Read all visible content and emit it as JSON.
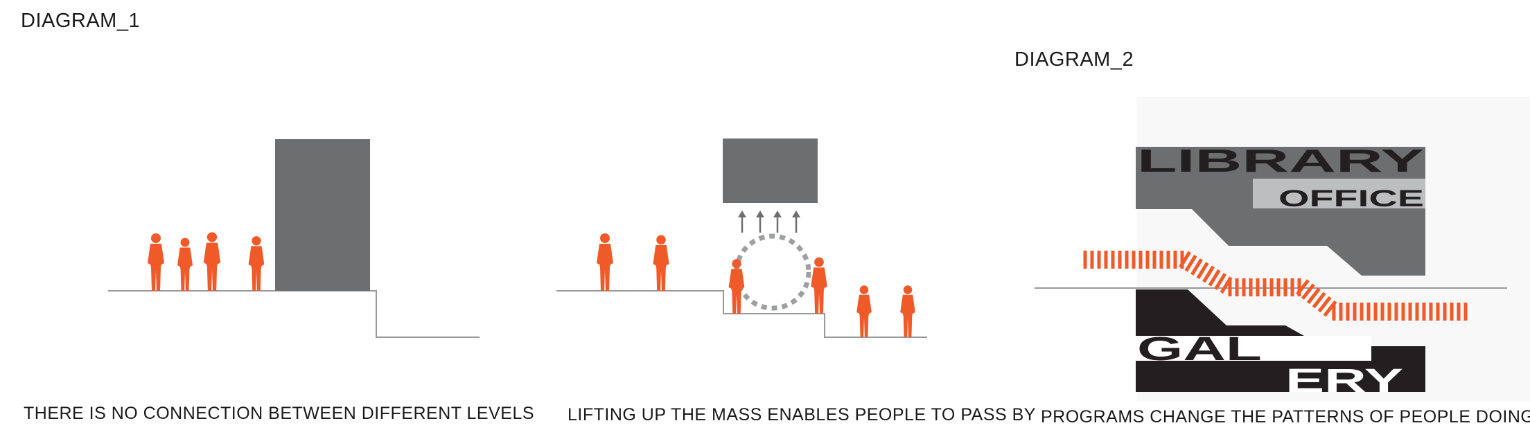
{
  "diagram1": {
    "title": "DIAGRAM_1",
    "caption": "THERE IS NO CONNECTION BETWEEN DIFFERENT LEVELS"
  },
  "diagram_middle": {
    "caption": "LIFTING UP THE MASS ENABLES PEOPLE TO PASS BY"
  },
  "diagram2": {
    "title": "DIAGRAM_2",
    "caption": "PROGRAMS CHANGE THE PATTERNS OF PEOPLE DOING",
    "programs": {
      "library": "LIBRARY",
      "office": "OFFICE",
      "gallery_left": "GAL",
      "gallery_right": "ERY"
    }
  },
  "colors": {
    "accent_orange": "#f05a28",
    "mass_gray": "#6d6e70",
    "light_gray": "#bcbec0",
    "dark": "#231f20",
    "line_gray": "#999999"
  },
  "icons": [
    "person-silhouette-icon",
    "arrow-up-icon",
    "dashed-circle-icon"
  ]
}
